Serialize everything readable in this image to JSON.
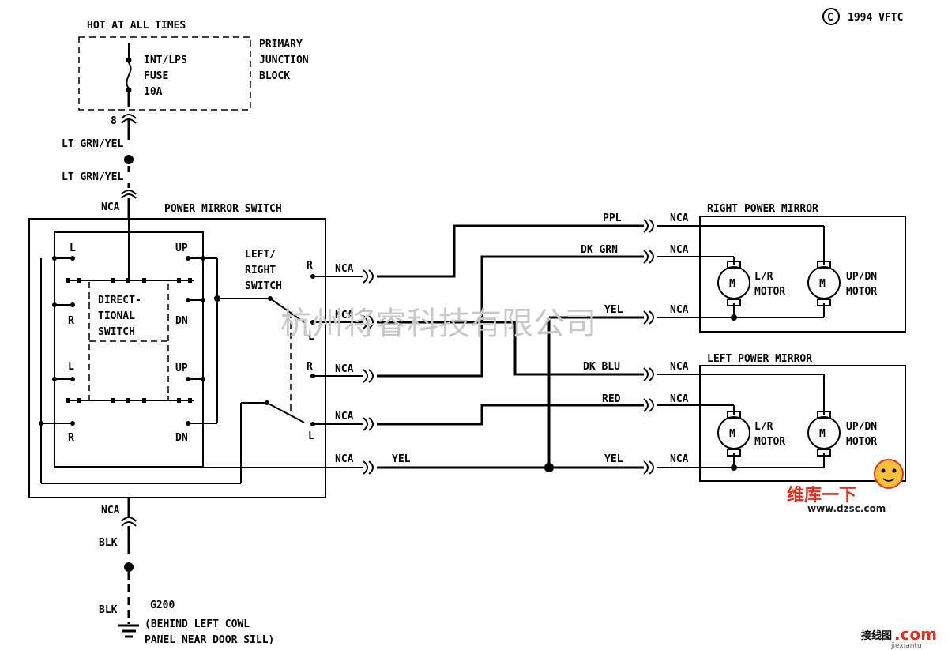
{
  "copyright": "1994 VFTC",
  "copyright_symbol": "C",
  "power": {
    "hot": "HOT AT ALL TIMES",
    "fuse_line1": "INT/LPS",
    "fuse_line2": "FUSE",
    "fuse_rating": "10A",
    "block_line1": "PRIMARY",
    "block_line2": "JUNCTION",
    "block_line3": "BLOCK",
    "pin": "8",
    "wire_top": "LT GRN/YEL",
    "wire_top2": "LT GRN/YEL",
    "conn_top": "NCA"
  },
  "switch": {
    "title": "POWER MIRROR SWITCH",
    "left_right_1": "LEFT/",
    "left_right_2": "RIGHT",
    "left_right_3": "SWITCH",
    "dir_1": "DIRECT-",
    "dir_2": "TIONAL",
    "dir_3": "SWITCH",
    "L": "L",
    "R": "R",
    "UP": "UP",
    "DN": "DN"
  },
  "wires": {
    "ppl": "PPL",
    "dk_grn": "DK GRN",
    "yel": "YEL",
    "dk_blu": "DK BLU",
    "red": "RED",
    "nca": "NCA"
  },
  "mirrors": {
    "right_title": "RIGHT POWER MIRROR",
    "left_title": "LEFT POWER MIRROR",
    "lr_1": "L/R",
    "lr_2": "MOTOR",
    "ud_1": "UP/DN",
    "ud_2": "MOTOR",
    "m": "M"
  },
  "ground": {
    "conn": "NCA",
    "wire1": "BLK",
    "wire2": "BLK",
    "name": "G200",
    "loc1": "(BEHIND LEFT COWL",
    "loc2": "PANEL NEAR DOOR SILL)"
  },
  "watermark": "杭州将睿科技有限公司",
  "logo": {
    "cn": "维库一下",
    "url": "www.dzsc.com"
  },
  "footer": {
    "cn": "接线图",
    "com": ".com",
    "small": "jiexiantu"
  }
}
